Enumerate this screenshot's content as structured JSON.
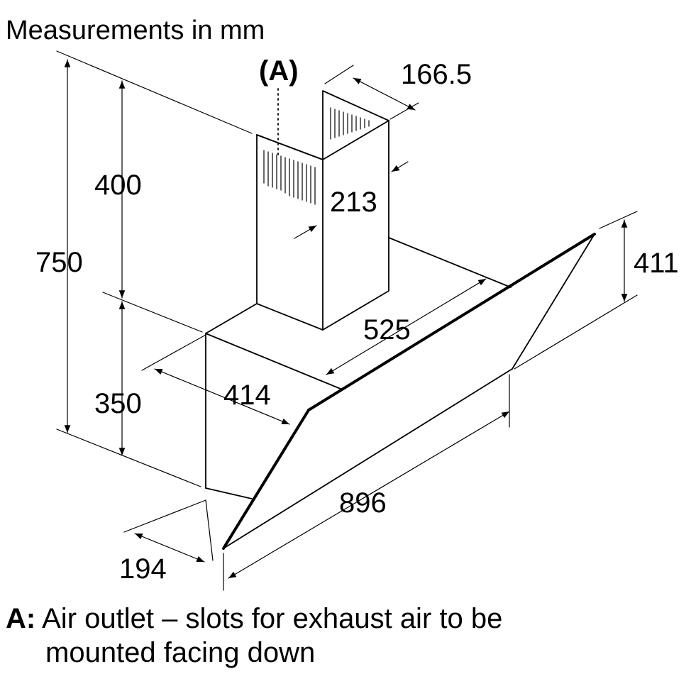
{
  "title": "Measurements in mm",
  "marker_label": "(A)",
  "dimensions": {
    "total_height": "750",
    "chimney_height": "400",
    "body_height": "350",
    "chimney_width": "166.5",
    "chimney_depth": "213",
    "glass_height": "411",
    "glass_depth": "525",
    "body_depth": "414",
    "width": "896",
    "base_depth": "194"
  },
  "legend": {
    "key": "A:",
    "line1": "Air outlet – slots for exhaust air to be",
    "line2": "mounted facing down"
  }
}
